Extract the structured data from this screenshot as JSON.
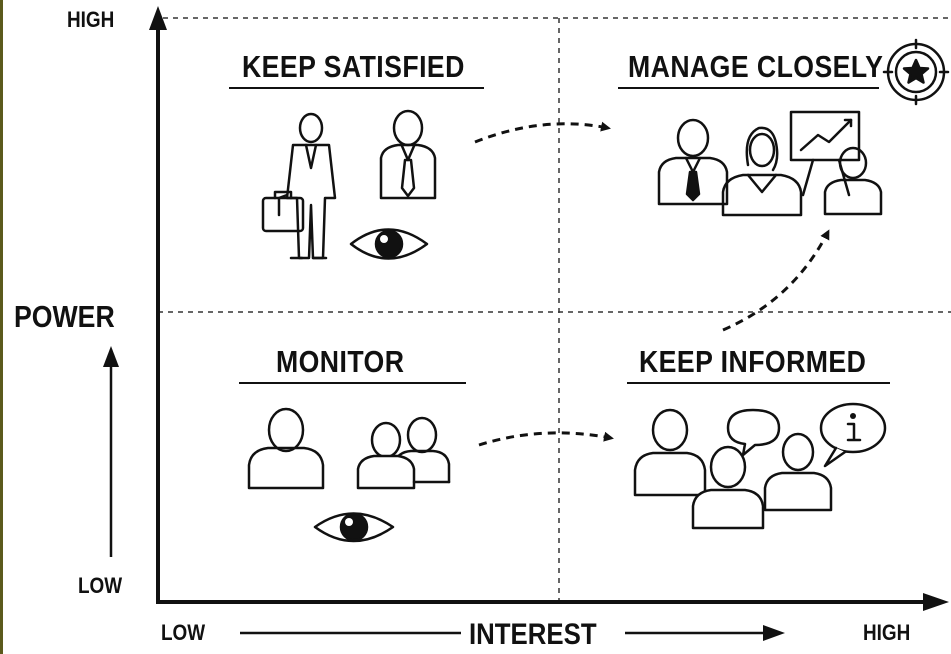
{
  "diagram": {
    "power_axis": {
      "label": "POWER",
      "high": "HIGH",
      "low": "LOW"
    },
    "interest_axis": {
      "label": "INTEREST",
      "low": "LOW",
      "high": "HIGH"
    },
    "quadrants": {
      "top_left": {
        "title": "KEEP SATISFIED",
        "icons": [
          "businessman-with-briefcase-icon",
          "businessman-bust-icon",
          "eye-icon"
        ]
      },
      "top_right": {
        "title": "MANAGE CLOSELY",
        "icons": [
          "target-star-icon",
          "businessman-bust-icon",
          "woman-bust-icon",
          "presentation-board-icon",
          "person-bust-icon"
        ]
      },
      "bottom_left": {
        "title": "MONITOR",
        "icons": [
          "person-outline-icon",
          "two-people-icon",
          "eye-icon"
        ]
      },
      "bottom_right": {
        "title": "KEEP INFORMED",
        "icons": [
          "group-of-people-icon",
          "speech-bubble-icon",
          "info-speech-bubble-icon"
        ]
      }
    },
    "transitions": [
      {
        "from": "KEEP SATISFIED",
        "to": "MANAGE CLOSELY",
        "style": "dashed-arrow"
      },
      {
        "from": "MONITOR",
        "to": "KEEP INFORMED",
        "style": "dashed-arrow"
      },
      {
        "from": "KEEP INFORMED",
        "to": "MANAGE CLOSELY",
        "style": "dashed-arrow"
      }
    ],
    "colors": {
      "ink": "#111111",
      "background": "#ffffff"
    }
  }
}
